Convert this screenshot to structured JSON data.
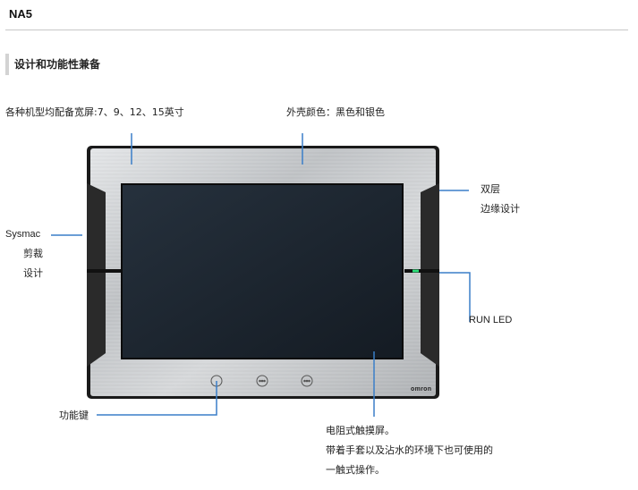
{
  "header": {
    "title": "NA5"
  },
  "section": {
    "title": "设计和功能性兼备"
  },
  "callouts": {
    "sizes": "各种机型均配备宽屏:7、9、12、15英寸",
    "case_color": "外壳颜色：黑色和银色",
    "double_layer": [
      "双层",
      "边缘设计"
    ],
    "sysmac": [
      "Sysmac",
      "剪裁",
      "设计"
    ],
    "run_led": "RUN LED",
    "function_keys": "功能键",
    "touch_screen": [
      "电阻式触摸屏。",
      "带着手套以及沾水的环境下也可使用的",
      "一触式操作。"
    ]
  },
  "device": {
    "brand": "omron"
  },
  "colors": {
    "callout_line": "#3a7ec8",
    "screen": "#1c2530",
    "bezel": "#c4c6c8",
    "led": "#2ee07a"
  }
}
